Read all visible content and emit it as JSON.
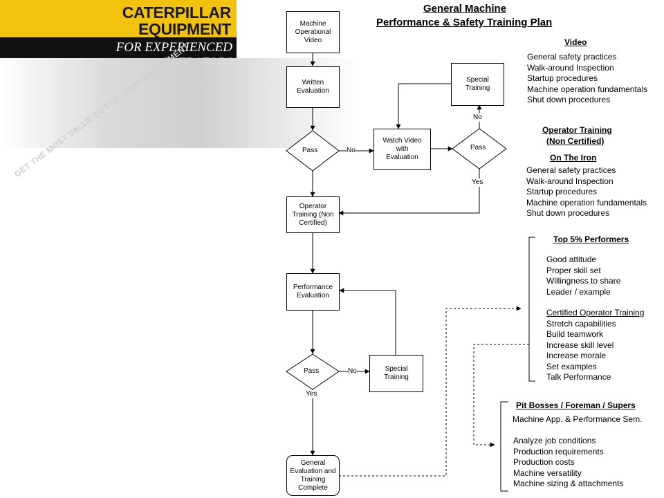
{
  "header": {
    "logo_title_1": "CATERPILLAR",
    "logo_title_2": "EQUIPMENT TRAINING",
    "logo_subtitle": "FOR EXPERIENCED OPERATORS",
    "slogan": "GET THE MOST VALUE OUT OF YOUR INVESTMENT"
  },
  "title": {
    "line1": "General Machine",
    "line2": "Performance & Safety Training Plan"
  },
  "flow": {
    "machine_video": "Machine\nOperational\nVideo",
    "written_eval": "Written\nEvaluation",
    "pass1": "Pass",
    "no1": "No",
    "watch_video": "Watch Video\nwith\nEvaluation",
    "pass2": "Pass",
    "no2": "No",
    "yes2": "Yes",
    "special_training_1": "Special\nTraining",
    "operator_training": "Operator\nTraining (Non\nCertified)",
    "performance_eval": "Performance\nEvaluation",
    "pass3": "Pass",
    "no3": "No",
    "yes3": "Yes",
    "special_training_2": "Special\nTraining",
    "general_eval": "General\nEvaluation and\nTraining\nComplete"
  },
  "video_section": {
    "heading": "Video",
    "items": [
      "General safety practices",
      "Walk-around Inspection",
      "Startup procedures",
      "Machine operation fundamentals",
      "Shut down procedures"
    ]
  },
  "operator_section": {
    "heading1": "Operator Training",
    "heading2": "(Non Certified)",
    "heading3": "On The Iron",
    "items": [
      "General safety practices",
      "Walk-around Inspection",
      "Startup procedures",
      "Machine operation fundamentals",
      "Shut down procedures"
    ]
  },
  "top_section": {
    "heading": "Top 5% Performers",
    "items": [
      "Good attitude",
      "Proper skill set",
      "Willingness to share",
      "Leader / example"
    ],
    "subheading": "Certified Operator Training",
    "items2": [
      "Stretch capabilities",
      "Build teamwork",
      "Increase skill level",
      "Increase morale",
      "Set examples",
      "Talk Performance"
    ]
  },
  "pit_section": {
    "heading": "Pit Bosses / Foreman / Supers",
    "intro": "Machine App. & Performance Sem.",
    "items": [
      "Analyze job conditions",
      "Production requirements",
      "Production costs",
      "Machine versatility",
      "Machine sizing & attachments"
    ]
  }
}
